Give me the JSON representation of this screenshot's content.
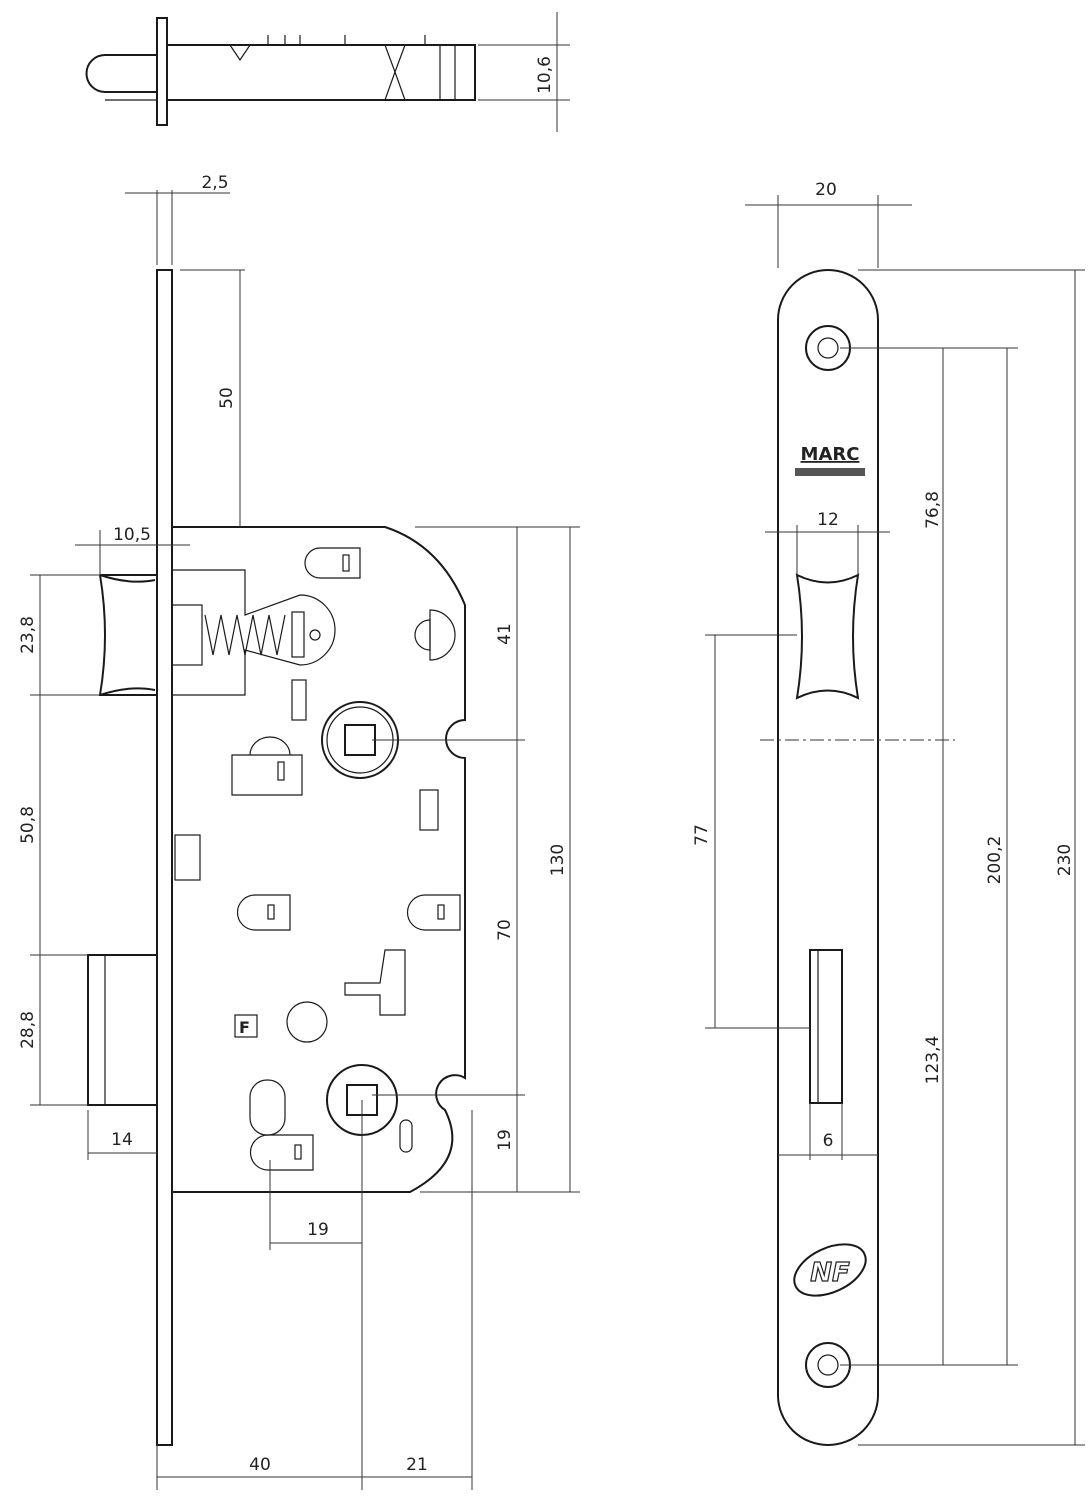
{
  "top_view": {
    "height_dim": "10,6"
  },
  "lock_body": {
    "faceplate_thickness": "2,5",
    "top_offset": "50",
    "latch_projection": "10,5",
    "latch_height": "23,8",
    "latch_to_deadbolt": "50,8",
    "deadbolt_height": "28,8",
    "deadbolt_projection": "14",
    "top_to_handle": "41",
    "case_height": "130",
    "handle_to_key": "70",
    "key_to_bottom": "19",
    "key_offset": "19",
    "backset": "40",
    "rear_to_key": "21",
    "marking_F": "F"
  },
  "strike_plate": {
    "width": "20",
    "latch_opening_width": "12",
    "hole_to_center": "76,8",
    "latch_to_deadbolt": "77",
    "hole_spacing": "200,2",
    "total_length": "230",
    "center_to_hole": "123,4",
    "deadbolt_opening_width": "6",
    "logo": "MARC",
    "cert_mark": "NF"
  }
}
